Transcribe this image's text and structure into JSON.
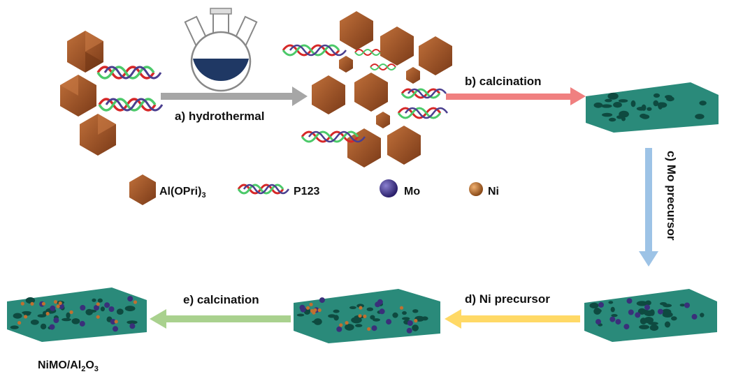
{
  "steps": {
    "a": "a) hydrothermal",
    "b": "b) calcination",
    "c": "c) Mo precursor",
    "d": "d) Ni precursor",
    "e": "e) calcination"
  },
  "legend": {
    "al_prefix": "Al(OPri)",
    "al_sub": "3",
    "p123": "P123",
    "mo": "Mo",
    "ni": "Ni"
  },
  "product": {
    "prefix": "NiMO/Al",
    "sub": "2",
    "suffix": "O",
    "sub2": "3"
  },
  "colors": {
    "alumina_crystal": "#a0522d",
    "support": "#2a8a7a",
    "mo": "#3a2f7a",
    "ni": "#c07030",
    "arrow_a": "#a6a6a6",
    "arrow_b": "#f08080",
    "arrow_c": "#9dc3e6",
    "arrow_d": "#ffd966",
    "arrow_e": "#a9d18e",
    "flask_liquid": "#1f3864",
    "helix_red": "#d62828",
    "helix_green": "#4cc96a",
    "helix_blue": "#4a3f8f"
  }
}
